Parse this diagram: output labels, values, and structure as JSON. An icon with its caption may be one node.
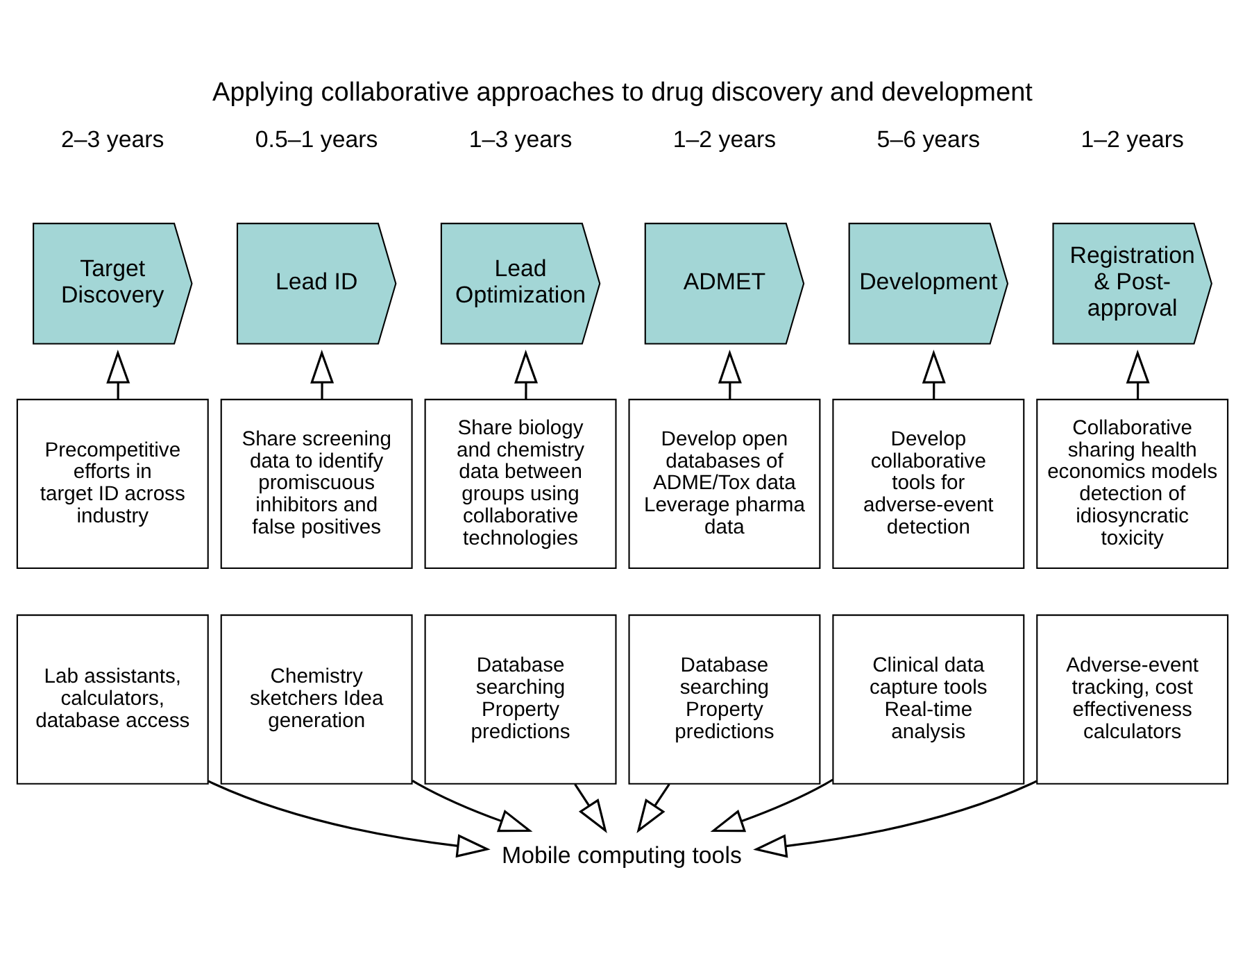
{
  "diagram": {
    "title": "Applying collaborative approaches to drug discovery and development",
    "nodes": [
      {
        "text": [
          "Target Discovery"
        ],
        "beside": [
          "2–3 years"
        ]
      },
      {
        "text": [
          "Lead ID"
        ],
        "beside": [
          "0.5–1 years"
        ]
      },
      {
        "text": [
          "Lead Optimization"
        ],
        "beside": [
          "1–3 years"
        ]
      },
      {
        "text": [
          "ADMET"
        ],
        "beside": [
          "1–2 years"
        ]
      },
      {
        "text": [
          "Development"
        ],
        "beside": [
          "5–6 years"
        ]
      },
      {
        "text": [
          "Registration & Post-approval"
        ],
        "beside": [
          "1–2 years"
        ]
      },
      {
        "text": [
          "Precompetitive efforts in target ID across industry"
        ]
      },
      {
        "text": [
          "Share screening data to identify promiscuous inhibitors and false positives"
        ]
      },
      {
        "text": [
          "Share biology and chemistry data between groups using collaborative technologies"
        ]
      },
      {
        "text": [
          "Develop open databases of ADME/Tox data Leverage pharma data"
        ]
      },
      {
        "text": [
          "Develop collaborative tools for adverse-event detection"
        ]
      },
      {
        "text": [
          "Collaborative sharing health economics models detection of idiosyncratic toxicity"
        ]
      },
      {
        "text": [
          "Lab assistants, calculators, database access"
        ]
      },
      {
        "text": [
          "Chemistry sketchers Idea generation"
        ]
      },
      {
        "text": [
          "Database searching Property predictions"
        ]
      },
      {
        "text": [
          "Database searching Property predictions"
        ]
      },
      {
        "text": [
          "Clinical data capture tools Real-time analysis"
        ]
      },
      {
        "text": [
          "Adverse-event tracking, cost effectiveness calculators"
        ]
      },
      {
        "text": [
          "Mobile computing tools"
        ]
      }
    ],
    "edges": [
      {
        "from": 6,
        "to": 0,
        "arrow": "to"
      },
      {
        "from": 7,
        "to": 1,
        "arrow": "to"
      },
      {
        "from": 8,
        "to": 2,
        "arrow": "to"
      },
      {
        "from": 9,
        "to": 3,
        "arrow": "to"
      },
      {
        "from": 10,
        "to": 4,
        "arrow": "to"
      },
      {
        "from": 11,
        "to": 5,
        "arrow": "to"
      },
      {
        "from": 12,
        "to": 18,
        "arrow": "to"
      },
      {
        "from": 13,
        "to": 18,
        "arrow": "to"
      },
      {
        "from": 14,
        "to": 18,
        "arrow": "to"
      },
      {
        "from": 15,
        "to": 18,
        "arrow": "to"
      },
      {
        "from": 16,
        "to": 18,
        "arrow": "to"
      },
      {
        "from": 17,
        "to": 18,
        "arrow": "to"
      }
    ]
  }
}
